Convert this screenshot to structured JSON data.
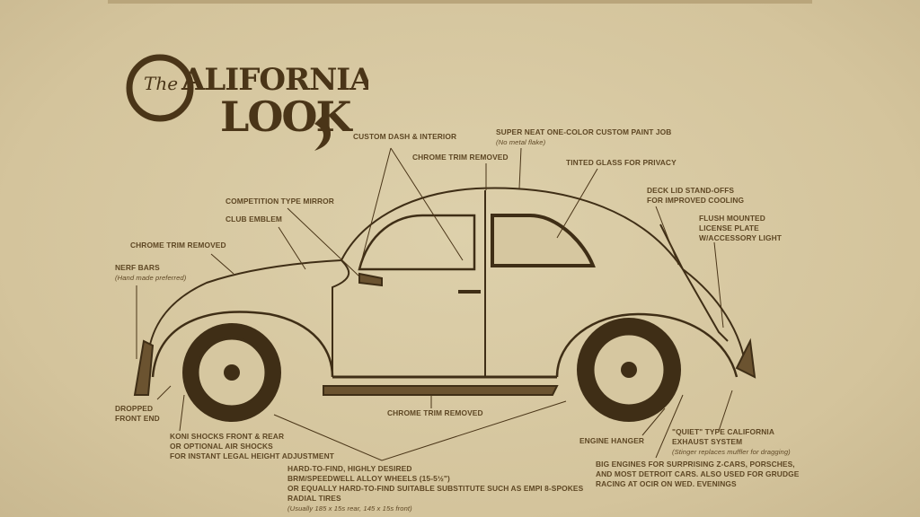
{
  "logo": {
    "small": "The",
    "line1": "CALIFORNIA",
    "line2": "LOOK"
  },
  "colors": {
    "paper": "#d8c9a2",
    "ink": "#5e4724",
    "drawing": "#3f2e16"
  },
  "labels": {
    "custom_dash": "CUSTOM DASH & INTERIOR",
    "paint": "SUPER NEAT ONE-COLOR CUSTOM PAINT JOB",
    "paint_sub": "(No metal flake)",
    "chrome_top": "CHROME TRIM REMOVED",
    "tinted": "TINTED GLASS FOR PRIVACY",
    "deck1": "DECK LID STAND-OFFS",
    "deck2": "FOR IMPROVED COOLING",
    "plate1": "FLUSH MOUNTED",
    "plate2": "LICENSE PLATE",
    "plate3": "W/ACCESSORY LIGHT",
    "mirror": "COMPETITION TYPE MIRROR",
    "emblem": "CLUB EMBLEM",
    "chrome_front": "CHROME TRIM REMOVED",
    "nerf": "NERF BARS",
    "nerf_sub": "(Hand made preferred)",
    "dropped1": "DROPPED",
    "dropped2": "FRONT END",
    "chrome_bottom": "CHROME TRIM REMOVED",
    "koni1": "KONI SHOCKS FRONT & REAR",
    "koni2": "OR OPTIONAL AIR SHOCKS",
    "koni3": "FOR INSTANT LEGAL HEIGHT ADJUSTMENT",
    "wheels1": "HARD-TO-FIND, HIGHLY DESIRED",
    "wheels2": "BRM/SPEEDWELL ALLOY WHEELS (15-5½\")",
    "wheels3": "OR EQUALLY HARD-TO-FIND SUITABLE SUBSTITUTE SUCH AS EMPI 8-SPOKES",
    "wheels4": "RADIAL TIRES",
    "wheels_sub": "(Usually 185 x 15s rear, 145 x 15s front)",
    "engine_hanger": "ENGINE HANGER",
    "exhaust1": "\"QUIET\" TYPE CALIFORNIA",
    "exhaust2": "EXHAUST SYSTEM",
    "exhaust_sub": "(Stinger replaces muffler for dragging)",
    "big1": "BIG ENGINES FOR SURPRISING Z-CARS, PORSCHES,",
    "big2": "AND MOST DETROIT CARS. ALSO USED FOR GRUDGE",
    "big3": "RACING AT OCIR ON WED. EVENINGS"
  }
}
